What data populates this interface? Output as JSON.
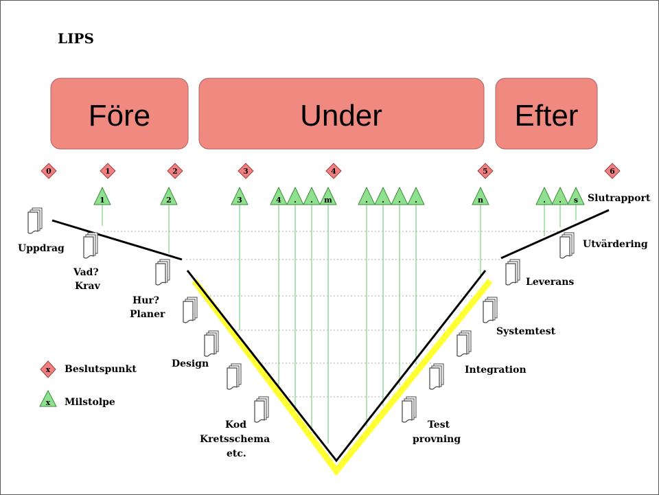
{
  "title": "LIPS",
  "phases": [
    {
      "label": "Före",
      "color": "#f08a80"
    },
    {
      "label": "Under",
      "color": "#f08a80"
    },
    {
      "label": "Efter",
      "color": "#f08a80"
    }
  ],
  "decision_points": [
    "0",
    "1",
    "2",
    "3",
    "4",
    "5",
    "6"
  ],
  "milestones": [
    "1",
    "2",
    "3",
    "4",
    ".",
    ".",
    "m",
    ".",
    ".",
    ".",
    ".",
    "n",
    ".",
    ".",
    "s"
  ],
  "slutrapport": "Slutrapport",
  "documents": {
    "uppdrag": "Uppdrag",
    "vad": "Vad?",
    "krav": "Krav",
    "hur": "Hur?",
    "planer": "Planer",
    "design": "Design",
    "kod": "Kod",
    "kretsschema": "Kretsschema",
    "etc": "etc.",
    "test": "Test",
    "provning": "provning",
    "integration": "Integration",
    "systemtest": "Systemtest",
    "leverans": "Leverans",
    "utvardering": "Utvärdering"
  },
  "legend": {
    "decision": {
      "symbol": "x",
      "label": "Beslutspunkt"
    },
    "milestone": {
      "symbol": "x",
      "label": "Milstolpe"
    }
  },
  "colors": {
    "phase_fill": "#f08a80",
    "diamond_fill": "#f07f7f",
    "triangle_fill": "#8fe08f",
    "milestone_line": "#7fd07f",
    "v_highlight": "#ffff33",
    "dotted_guide": "#999999"
  }
}
